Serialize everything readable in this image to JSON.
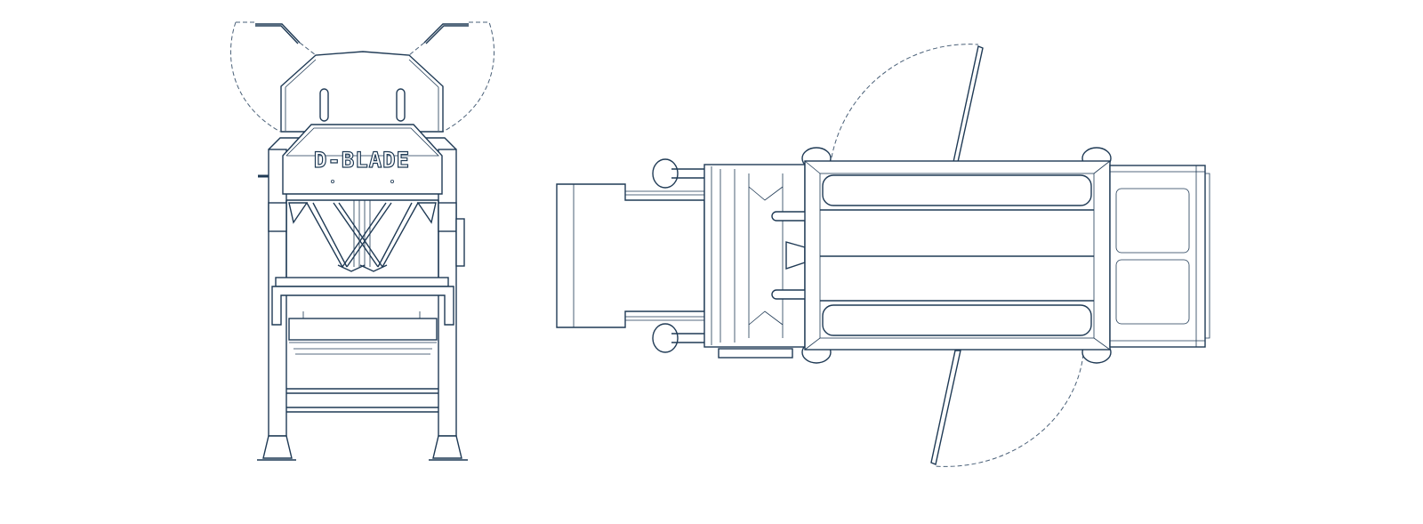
{
  "drawing": {
    "views": [
      "front-view",
      "top-view"
    ],
    "logo_text": "D-BLADE",
    "line_color": "#1f3a55",
    "background": "#ffffff"
  }
}
